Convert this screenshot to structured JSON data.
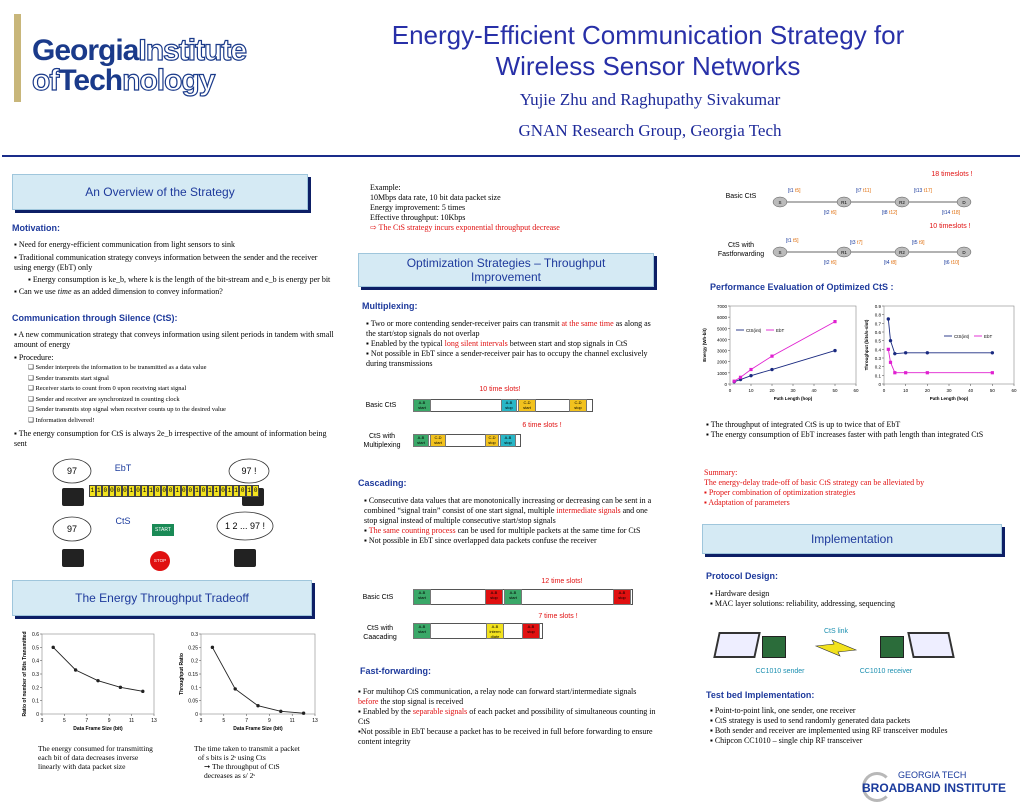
{
  "header": {
    "logo_line1_a": "Georgia",
    "logo_line1_b": "Institute",
    "logo_line2_a": "of",
    "logo_line2_b": "Tech",
    "logo_line2_c": "nology",
    "title_line1": "Energy-Efficient Communication Strategy for",
    "title_line2": "Wireless Sensor Networks",
    "authors": "Yujie Zhu and Raghupathy Sivakumar",
    "group": "GNAN Research Group, Georgia Tech"
  },
  "overview": {
    "banner": "An Overview of the Strategy",
    "motivation_heading": "Motivation:",
    "m1": "Need for energy-efficient communication from light sensors to sink",
    "m2": "Traditional communication strategy conveys information between the sender and the receiver using energy (EbT) only",
    "m3": "Energy consumption is ke_b, where k is the length of the bit-stream and e_b is energy per bit",
    "m4a": "Can we use ",
    "m4b": "time",
    "m4c": " as an added dimension to convey information?",
    "cts_heading": "Communication through Silence (CtS):",
    "c1": "A new communication strategy that conveys information using silent periods in tandem with small amount of energy",
    "c2": "Procedure:",
    "steps": [
      "Sender interprets the information to be transmitted as a data value",
      "Sender transmits start signal",
      "Receiver starts to count from 0 upon receiving start signal",
      "Sender and receiver are synchronized in counting clock",
      "Sender transmits stop signal when receiver counts up to the desired value",
      "Information delivered!"
    ],
    "c3": "The energy consumption for CtS is always 2e_b irrespective of the amount of information being sent"
  },
  "illustration": {
    "ebt": "EbT",
    "cts": "CtS",
    "cloud_left_top": "97",
    "cloud_right_top": "97 !",
    "cloud_left_bottom": "97",
    "cloud_right_bottom": "1 2 ... 97 !",
    "start": "START",
    "stop": "STOP",
    "bits": [
      "1",
      "1",
      "0",
      "0",
      "0",
      "0",
      "1",
      "0",
      "1",
      "1",
      "0",
      "0",
      "0",
      "1",
      "0",
      "0",
      "1",
      "0",
      "1",
      "1",
      "0",
      "1",
      "1",
      "0",
      "1",
      "0"
    ]
  },
  "tradeoff": {
    "banner": "The Energy Throughput Tradeoff",
    "cap1": "The energy consumed for transmitting each bit of data decreases inverse linearly with data packet size",
    "cap2a": "The time taken to transmit a packet",
    "cap2b": "of s bits is 2ˢ using Cts",
    "cap2c": "➞ The throughput of CtS",
    "cap2d": "decreases as s/ 2ˢ"
  },
  "example": {
    "l1": "Example:",
    "l2": "10Mbps data rate, 10 bit data packet size",
    "l3": "Energy improvement: 5 times",
    "l4": "Effective throughput: 10Kbps",
    "l5": "⇨ The CtS strategy incurs exponential throughput decrease"
  },
  "optimization": {
    "banner": "Optimization Strategies – Throughput Improvement",
    "mux_heading": "Multiplexing:",
    "mux1a": "Two or more contending sender-receiver pairs can transmit ",
    "mux1b": "at the same time",
    "mux1c": " as along as the start/stop signals do not overlap",
    "mux2a": "Enabled by the typical ",
    "mux2b": "long silent intervals",
    "mux2c": " between start and stop signals in CtS",
    "mux3": "Not possible in EbT since a sender-receiver pair has to occupy the channel exclusively during transmissions",
    "mux_top": "10 time slots!",
    "mux_mid": "6 time slots !",
    "mux_basic": "Basic CtS",
    "mux_multi": "CtS with Multiplexing",
    "cas_heading": "Cascading:",
    "cas1a": "Consecutive data values that are monotonically increasing or decreasing can be sent in a combined “signal train” consist of one start signal, multiple ",
    "cas1b": "intermediate signals",
    "cas1c": " and one stop signal instead of multiple consecutive start/stop signals",
    "cas2a": "The same counting process",
    "cas2b": " can be used for multiple packets at the same time for CtS",
    "cas3": "Not possible in EbT since overlapped data packets confuse the receiver",
    "cas_top": "12 time slots!",
    "cas_mid": "7 time slots !",
    "cas_basic": "Basic CtS",
    "cas_casc": "CtS with Caacading",
    "ff_heading": "Fast-forwarding:",
    "ff1a": "For multihop CtS communication, a relay node can forward start/intermediate signals ",
    "ff1b": "before",
    "ff1c": " the stop signal is received",
    "ff2a": "Enabled by the ",
    "ff2b": "separable signals",
    "ff2c": " of each packet and possibility of simultaneous counting in CtS",
    "ff3": "Not possible in EbT because a packet has to be received in full before forwarding to ensure content integrity"
  },
  "timeslots": {
    "top": "18 timeslots !",
    "basic": "Basic CtS",
    "mid": "10 timeslots !",
    "ff": "CtS with Fastforwarding",
    "nodes": [
      "S",
      "R1",
      "R2",
      "D"
    ]
  },
  "performance": {
    "heading": "Performance Evaluation of Optimized CtS :",
    "p1": "The throughput of integrated CtS is up to twice that of EbT",
    "p2": "The energy consumption of EbT increases faster with path length than integrated CtS",
    "summary_h": "Summary:",
    "summary": "The energy-delay trade-off of basic CtS strategy can be alleviated by",
    "s1": "Proper combination of optimization strategies",
    "s2": "Adaptation of parameters"
  },
  "implementation": {
    "banner": "Implementation",
    "protocol_h": "Protocol Design:",
    "pd1": "Hardware design",
    "pd2": "MAC layer solutions: reliability, addressing, sequencing",
    "link": "CtS link",
    "sender": "CC1010 sender",
    "receiver": "CC1010 receiver",
    "testbed_h": "Test bed Implementation:",
    "t1": "Point-to-point link, one sender, one receiver",
    "t2": "CtS strategy is used to send randomly generated data packets",
    "t3": "Both sender and receiver are implemented using RF transceiver modules",
    "t4": "Chipcon CC1010 – single chip RF transceiver",
    "footer1": "GEORGIA TECH",
    "footer2": "BROADBAND INSTITUTE"
  },
  "chart_data": [
    {
      "type": "line",
      "title": "",
      "xlabel": "Data Frame Size (bit)",
      "ylabel": "Ratio of number of Bits Transmitted",
      "x": [
        4,
        6,
        8,
        10,
        12
      ],
      "series": [
        {
          "values": [
            0.5,
            0.33,
            0.25,
            0.2,
            0.17
          ]
        }
      ],
      "xlim": [
        3,
        13
      ],
      "ylim": [
        0,
        0.6
      ],
      "xticks": [
        3,
        5,
        7,
        9,
        11,
        13
      ],
      "yticks": [
        0,
        0.1,
        0.2,
        0.3,
        0.4,
        0.5,
        0.6
      ]
    },
    {
      "type": "line",
      "title": "",
      "xlabel": "Data Frame Size (bit)",
      "ylabel": "Throughput Ratio",
      "x": [
        4,
        6,
        8,
        10,
        12
      ],
      "series": [
        {
          "values": [
            0.25,
            0.094,
            0.031,
            0.01,
            0.003
          ]
        }
      ],
      "xlim": [
        3,
        13
      ],
      "ylim": [
        0,
        0.3
      ],
      "xticks": [
        3,
        5,
        7,
        9,
        11,
        13
      ],
      "yticks": [
        0,
        0.05,
        0.1,
        0.15,
        0.2,
        0.25,
        0.3
      ]
    },
    {
      "type": "line",
      "title": "",
      "xlabel": "Path Length (hop)",
      "ylabel": "Energy (Wh-bit)",
      "x": [
        2,
        5,
        10,
        20,
        50
      ],
      "series": [
        {
          "name": "CtS(int)",
          "values": [
            200,
            400,
            750,
            1300,
            3000
          ]
        },
        {
          "name": "EbT",
          "values": [
            250,
            600,
            1300,
            2500,
            5600
          ]
        }
      ],
      "xlim": [
        0,
        60
      ],
      "ylim": [
        0,
        7000
      ],
      "xticks": [
        0,
        10,
        20,
        30,
        40,
        50,
        60
      ],
      "yticks": [
        0,
        1000,
        2000,
        3000,
        4000,
        5000,
        6000,
        7000
      ]
    },
    {
      "type": "line",
      "title": "",
      "xlabel": "Path Length (hop)",
      "ylabel": "Throughput (bits/s-slot)",
      "x": [
        2,
        3,
        5,
        10,
        20,
        50
      ],
      "series": [
        {
          "name": "CtS(int)",
          "values": [
            0.75,
            0.5,
            0.35,
            0.36,
            0.36,
            0.36
          ]
        },
        {
          "name": "EbT",
          "values": [
            0.4,
            0.25,
            0.13,
            0.13,
            0.13,
            0.13
          ]
        }
      ],
      "xlim": [
        0,
        60
      ],
      "ylim": [
        0,
        0.9
      ],
      "xticks": [
        0,
        10,
        20,
        30,
        40,
        50,
        60
      ],
      "yticks": [
        0,
        0.1,
        0.2,
        0.3,
        0.4,
        0.5,
        0.6,
        0.7,
        0.8,
        0.9
      ]
    }
  ]
}
